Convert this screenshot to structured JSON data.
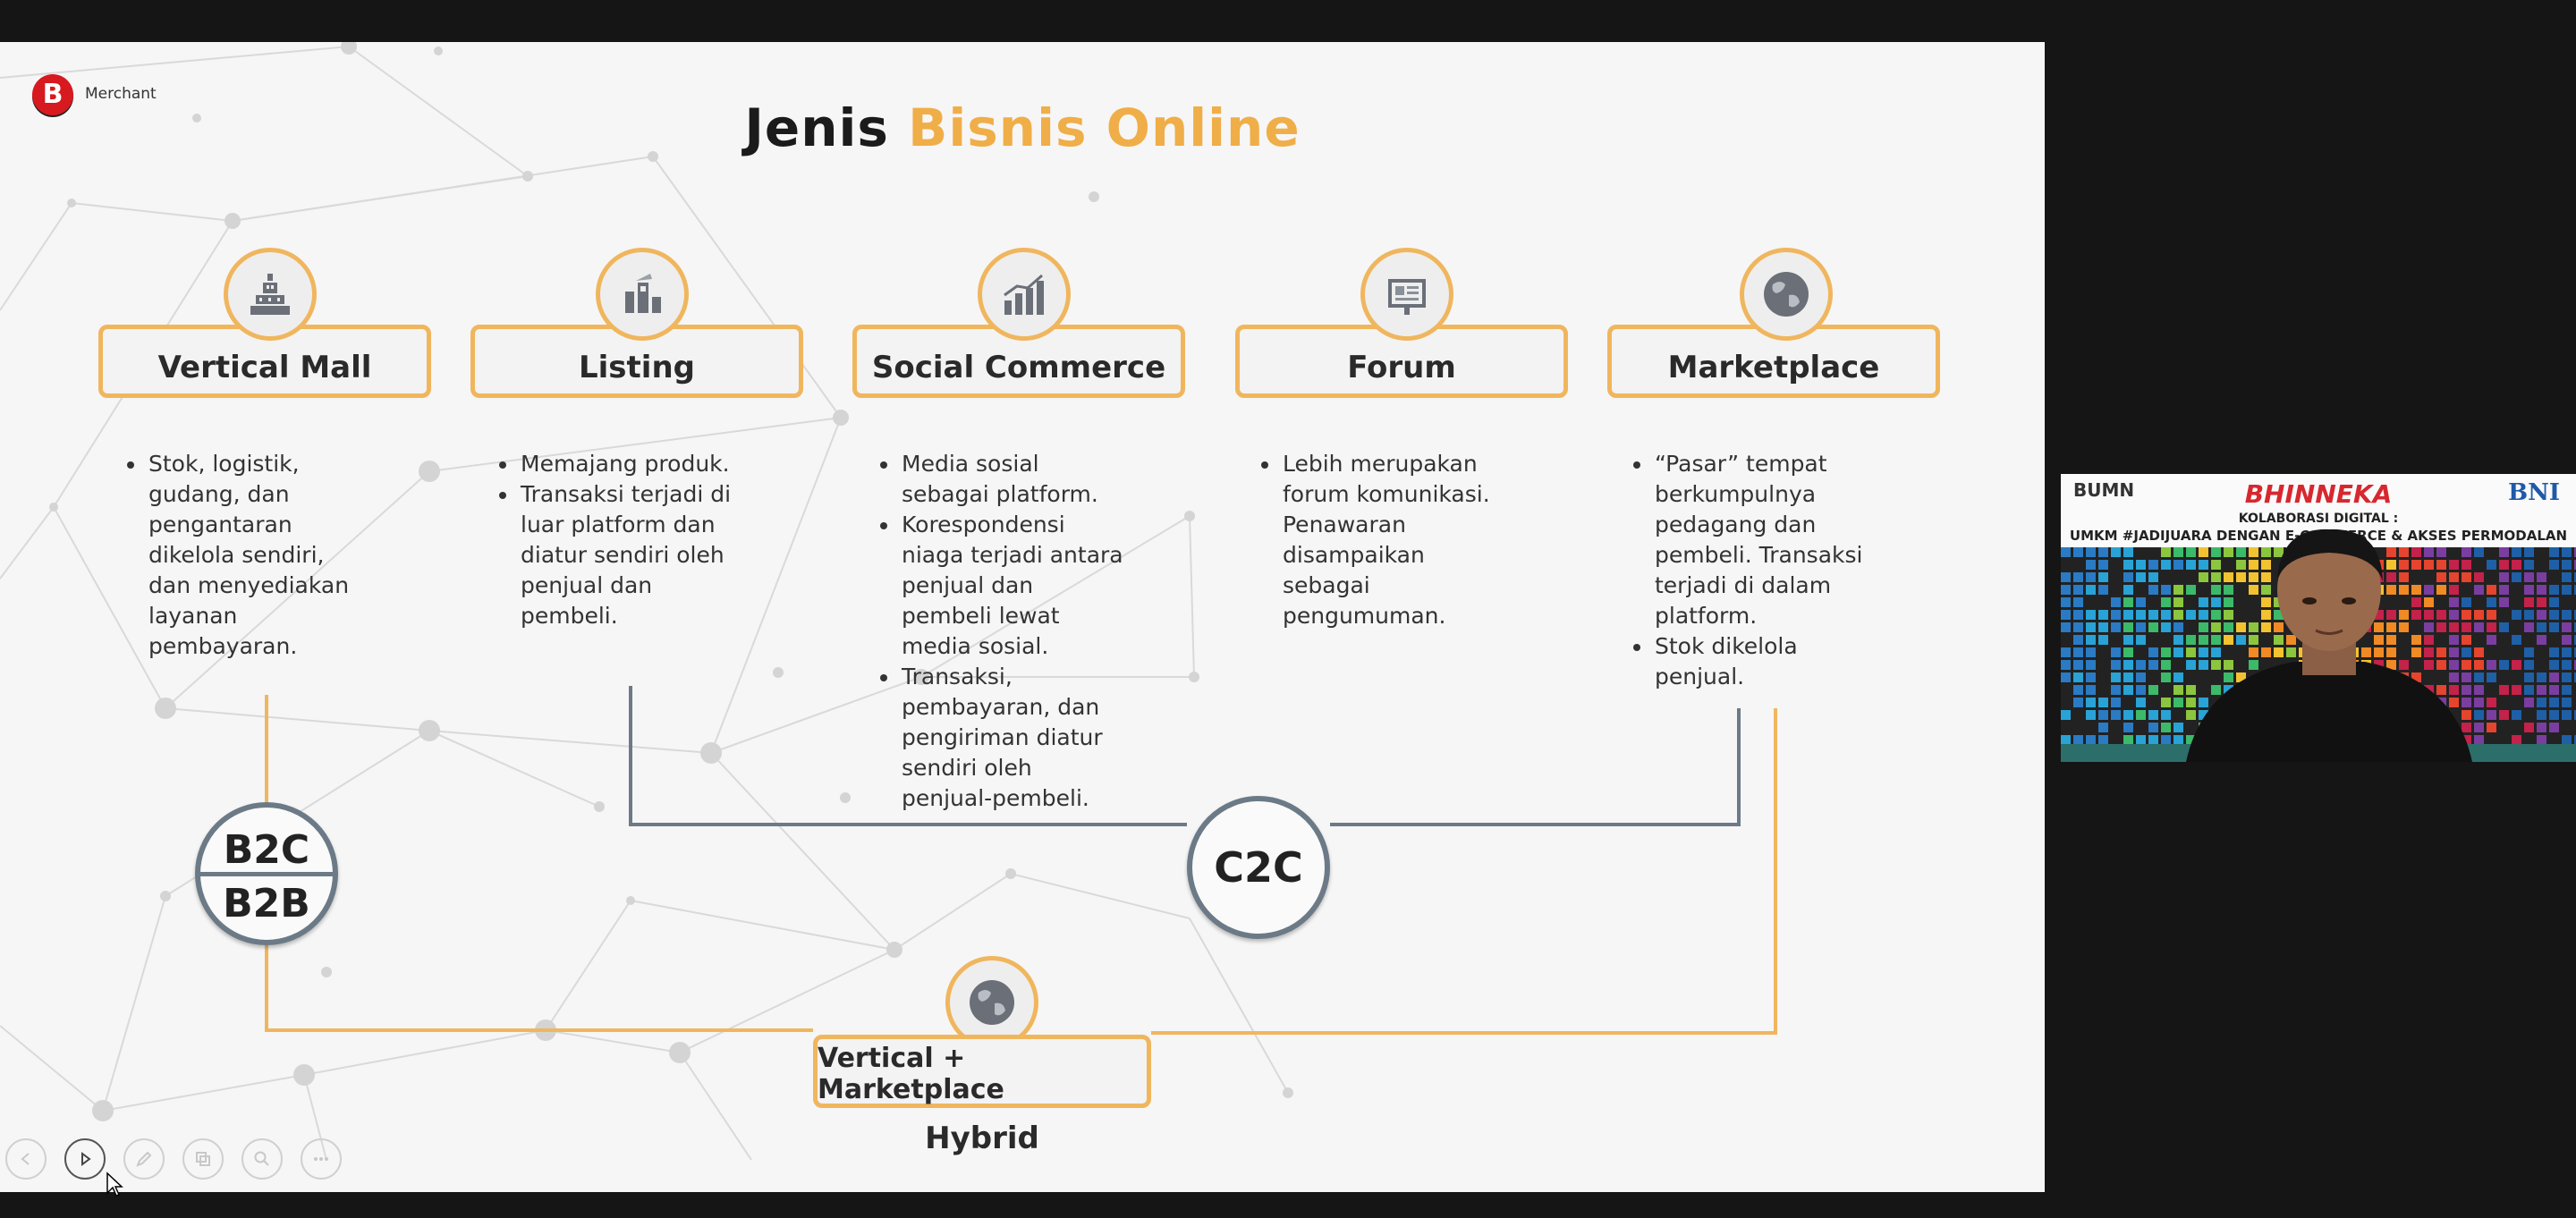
{
  "header": {
    "logo_letter": "B",
    "logo_text": "Merchant"
  },
  "title": {
    "part1": "Jenis",
    "part2": "Bisnis Online"
  },
  "categories": [
    {
      "label": "Vertical Mall",
      "icon": "building-icon",
      "bullets": [
        "Stok, logistik, gudang, dan pengantaran dikelola sendiri, dan menyediakan layanan pembayaran."
      ]
    },
    {
      "label": "Listing",
      "icon": "store-icon",
      "bullets": [
        "Memajang produk.",
        "Transaksi terjadi di luar platform dan diatur sendiri oleh penjual dan pembeli."
      ]
    },
    {
      "label": "Social Commerce",
      "icon": "bar-chart-icon",
      "bullets": [
        "Media sosial sebagai platform.",
        "Korespondensi niaga terjadi antara penjual dan pembeli lewat media sosial.",
        "Transaksi, pembayaran, dan pengiriman diatur sendiri oleh penjual-pembeli."
      ]
    },
    {
      "label": "Forum",
      "icon": "board-icon",
      "bullets": [
        "Lebih merupakan forum komunikasi. Penawaran disampaikan sebagai pengumuman."
      ]
    },
    {
      "label": "Marketplace",
      "icon": "globe-icon",
      "bullets": [
        "“Pasar” tempat berkumpulnya pedagang dan pembeli. Transaksi terjadi di dalam platform.",
        "Stok dikelola penjual."
      ]
    }
  ],
  "badges": {
    "b2c": "B2C",
    "b2b": "B2B",
    "c2c": "C2C"
  },
  "hybrid": {
    "label": "Vertical + Marketplace",
    "caption": "Hybrid"
  },
  "webcam": {
    "banner_title": "BHINNEKA",
    "banner_sub1": "KOLABORASI DIGITAL :",
    "banner_sub2": "UMKM #JADIJUARA DENGAN E-COMMERCE & AKSES PERMODALAN",
    "left_logo": "BUMN",
    "right_logo": "BNI"
  },
  "colors": {
    "accent": "#f0ae48",
    "badge_border": "#6b7a86",
    "line_orange": "#f0b65e",
    "line_gray": "#6b7a86"
  }
}
